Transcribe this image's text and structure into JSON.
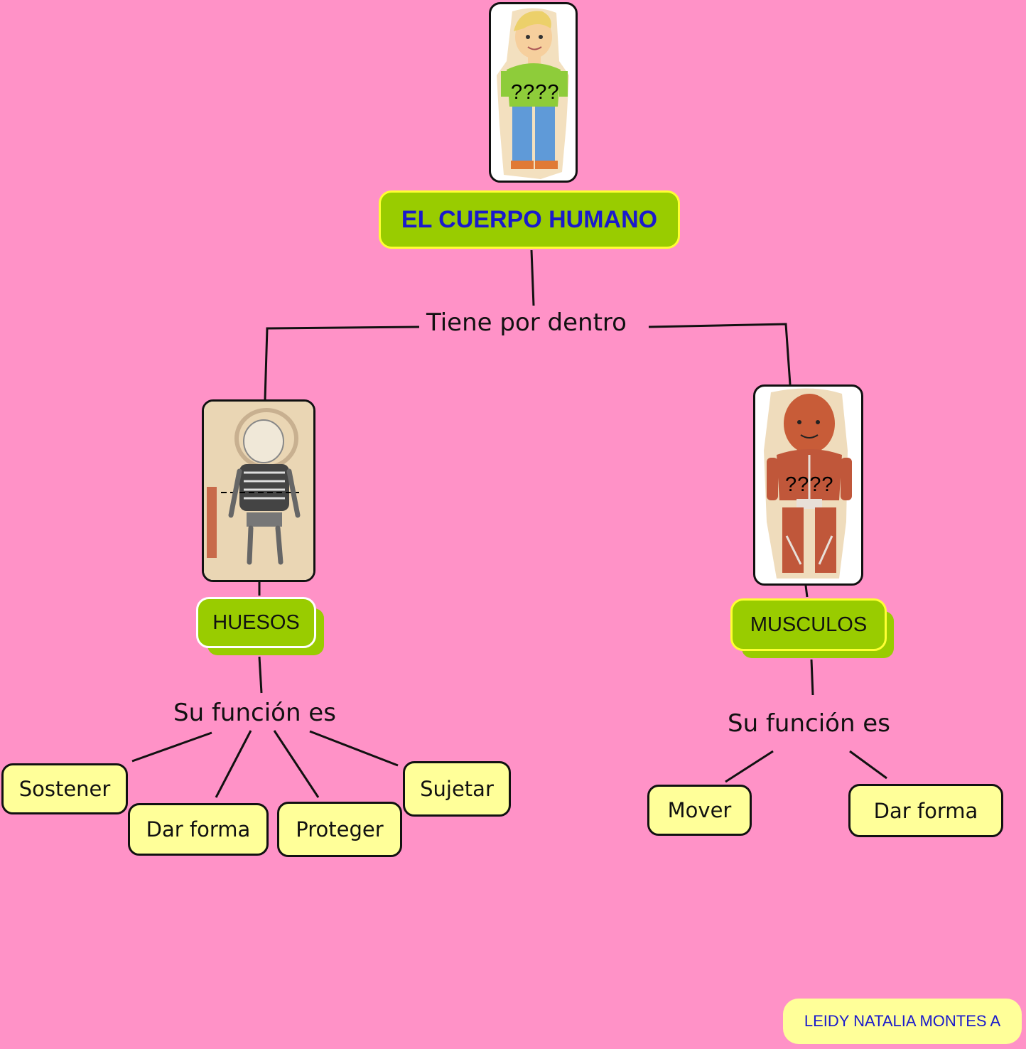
{
  "diagram": {
    "title": "EL CUERPO HUMANO",
    "center_link": "Tiene por dentro",
    "top_card": {
      "label": "????"
    },
    "left_branch": {
      "card_label": "",
      "concept": "HUESOS",
      "link": "Su función es",
      "functions": [
        "Sostener",
        "Dar forma",
        "Proteger",
        "Sujetar"
      ]
    },
    "right_branch": {
      "card_label": "????",
      "concept": "MUSCULOS",
      "link": "Su función es",
      "functions": [
        "Mover",
        "Dar forma"
      ]
    },
    "author": "LEIDY NATALIA MONTES A"
  },
  "colors": {
    "background": "#ff92c7",
    "concept_fill": "#99cc00",
    "title_text": "#1a1acc",
    "leaf_fill": "#ffff99",
    "author_text": "#1a1acc"
  }
}
